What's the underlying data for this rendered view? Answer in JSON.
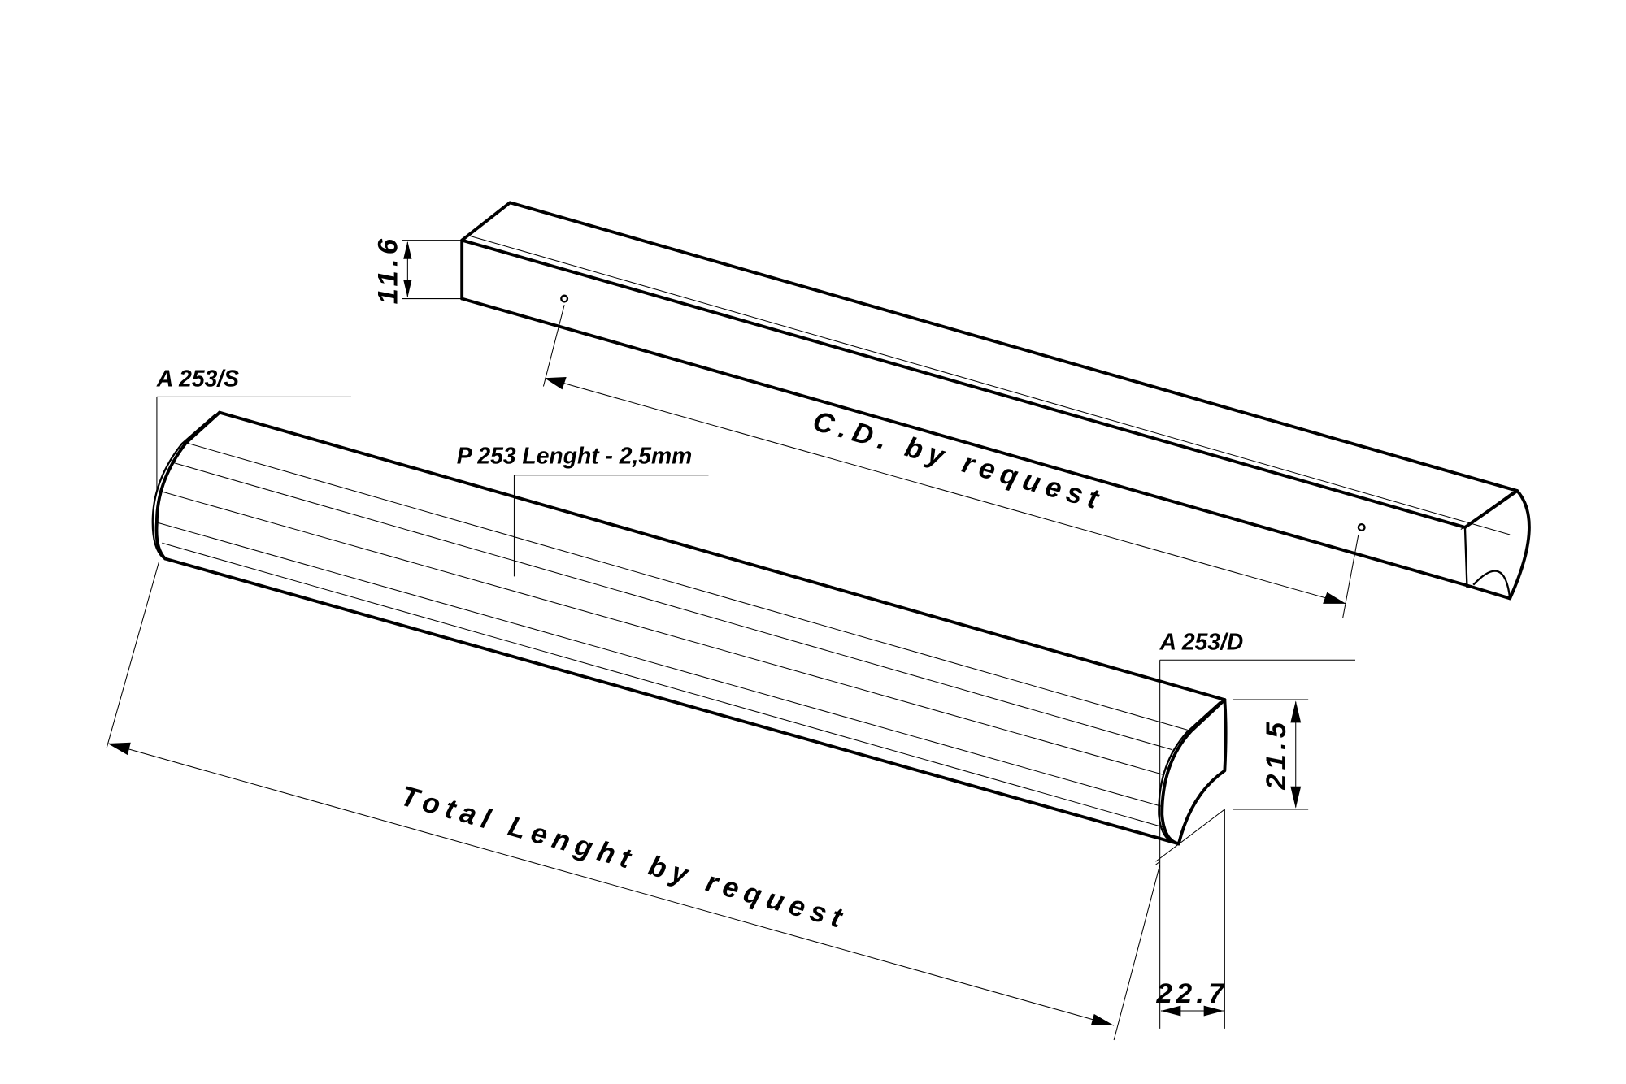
{
  "drawing": {
    "upper_bar": {
      "height_dimension": "11.6",
      "center_distance_label": "C.D. by request"
    },
    "lower_bar": {
      "left_endcap_label": "A 253/S",
      "right_endcap_label": "A 253/D",
      "profile_label": "P 253 Lenght - 2,5mm",
      "height_dimension": "21.5",
      "width_dimension": "22.7",
      "total_length_label": "Total Lenght by request"
    }
  }
}
